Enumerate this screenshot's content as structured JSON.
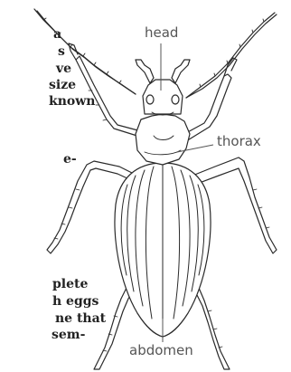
{
  "labels": {
    "head": "head",
    "thorax": "thorax",
    "abdomen": "abdomen"
  },
  "text_fragments": {
    "line1": "a",
    "line2": "s",
    "line3": "ve",
    "line4": "size",
    "line5": "known",
    "line6": "e-",
    "line7": "plete",
    "line8": "h eggs",
    "line9": "ne that",
    "line10": "sem-"
  },
  "colors": {
    "ink": "#2a2a2a",
    "label": "#555555",
    "background": "#ffffff"
  }
}
